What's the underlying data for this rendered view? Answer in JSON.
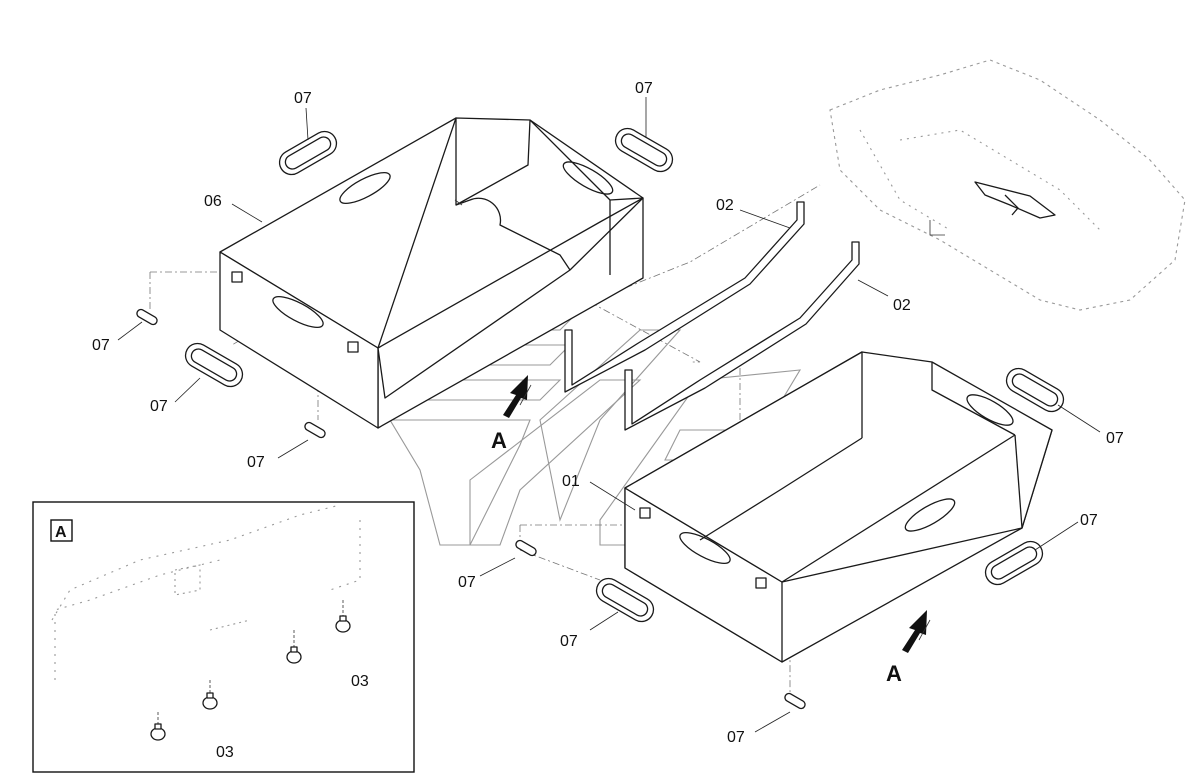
{
  "parts": {
    "p01": "01",
    "p02": "02",
    "p03": "03",
    "p06": "06",
    "p07": "07"
  },
  "view": {
    "arrow_label": "A",
    "inset_tag": "A"
  }
}
